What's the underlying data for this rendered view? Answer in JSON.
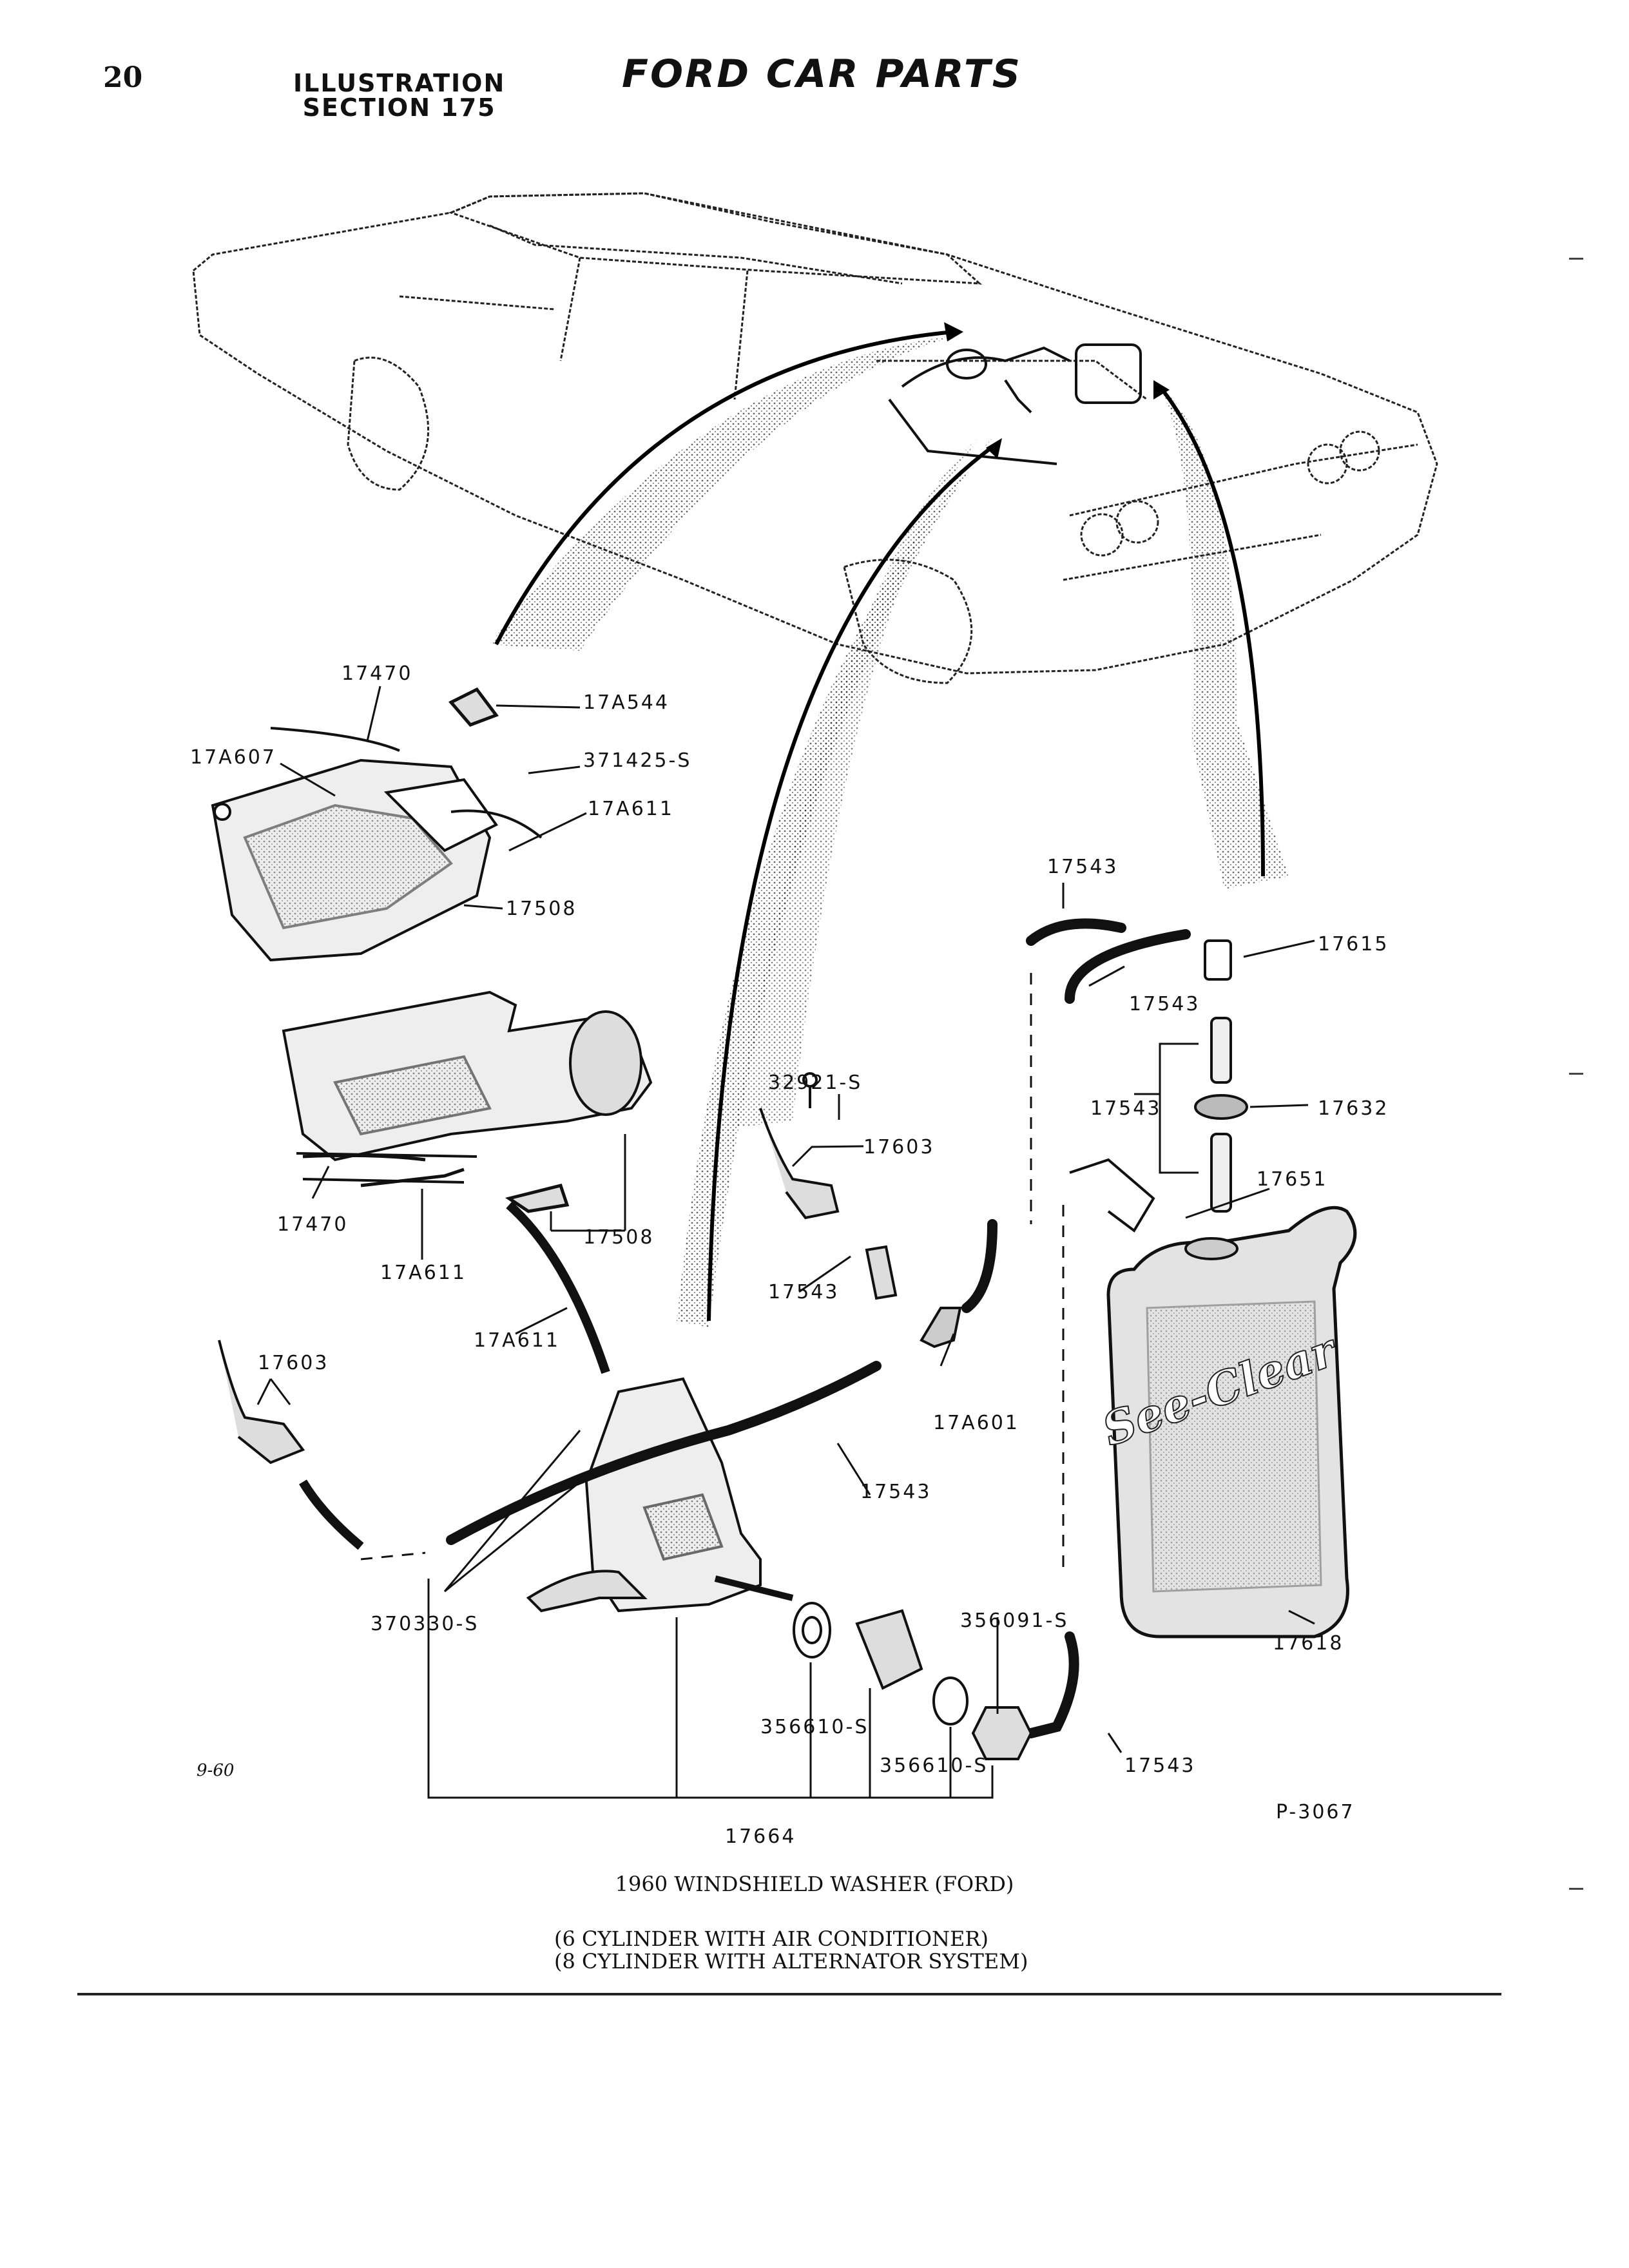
{
  "header": {
    "page_number": "20",
    "section_line1": "ILLUSTRATION",
    "section_line2": "SECTION 175",
    "catalog_title": "FORD CAR PARTS"
  },
  "part_labels": {
    "p17470_top": "17470",
    "p17A544": "17A544",
    "p17A607": "17A607",
    "p371425S": "371425-S",
    "p17A611_top": "17A611",
    "p17508_top": "17508",
    "p17470_mid": "17470",
    "p17A611_mid": "17A611",
    "p17508_mid": "17508",
    "p17A611_link": "17A611",
    "p32921S": "32921-S",
    "p17603_mid": "17603",
    "p17543_nozzle": "17543",
    "p17603_left": "17603",
    "p17543_top": "17543",
    "p17615": "17615",
    "p17543_under": "17543",
    "p17543_left": "17543",
    "p17632": "17632",
    "p17651": "17651",
    "p17A601": "17A601",
    "p17543_hose": "17543",
    "p370330S": "370330-S",
    "p356091S": "356091-S",
    "p17618": "17618",
    "p356610S_a": "356610-S",
    "p356610S_b": "356610-S",
    "p17543_bottom": "17543",
    "p17664": "17664"
  },
  "bottle_brand": "See-Clear",
  "footer": {
    "date_code": "9-60",
    "plate_number": "P-3067",
    "caption_title": "1960 WINDSHIELD WASHER (FORD)",
    "caption_line1": "(6 CYLINDER WITH AIR CONDITIONER)",
    "caption_line2": "(8 CYLINDER WITH ALTERNATOR SYSTEM)"
  }
}
